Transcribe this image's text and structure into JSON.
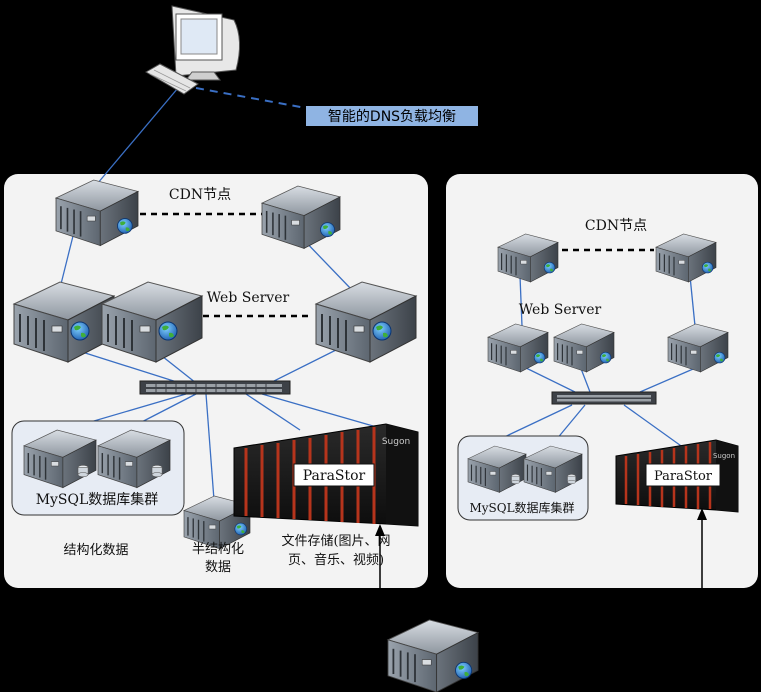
{
  "dns_label": "智能的DNS负载均衡",
  "left_panel": {
    "cdn_label": "CDN节点",
    "web_label": "Web Server",
    "mysql_label": "MySQL数据库集群",
    "storage_name": "ParaStor",
    "storage_brand": "Sugon",
    "structured_label": "结构化数据",
    "semi_label_1": "半结构化",
    "semi_label_2": "数据",
    "file_label_1": "文件存储(图片、网",
    "file_label_2": "页、音乐、视频)"
  },
  "right_panel": {
    "cdn_label": "CDN节点",
    "web_label": "Web Server",
    "mysql_label": "MySQL数据库集群",
    "storage_name": "ParaStor",
    "storage_brand": "Sugon"
  },
  "colors": {
    "background": "#000000",
    "panel": "#f3f3f3",
    "link": "#3a6fc4",
    "dns_box": "#8fb4e3",
    "storage": "#1b1b1b",
    "storage_stripe": "#b6341c"
  }
}
